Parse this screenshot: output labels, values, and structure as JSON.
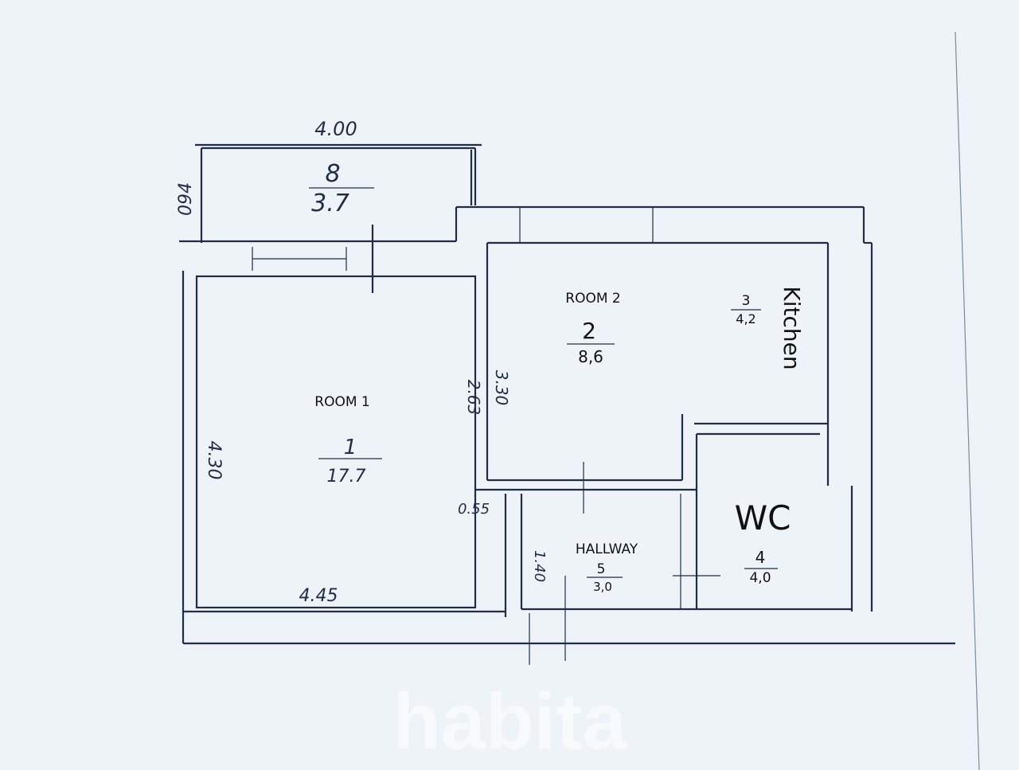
{
  "watermark": "habita",
  "balcony": {
    "number": "8",
    "area": "3.7",
    "width_dim": "4.00",
    "depth_dim": "094"
  },
  "room1": {
    "label": "ROOM 1",
    "number": "1",
    "area": "17.7",
    "height_dim": "4.30",
    "width_dim": "4.45"
  },
  "room2": {
    "label": "ROOM 2",
    "number": "2",
    "area": "8,6",
    "dim_a": "2.63",
    "dim_b": "3.30"
  },
  "kitchen": {
    "label": "Kitchen",
    "number": "3",
    "area": "4,2"
  },
  "wc": {
    "label": "WC",
    "number": "4",
    "area": "4,0"
  },
  "hallway": {
    "label": "HALLWAY",
    "number": "5",
    "area": "3,0",
    "dim_a": "0.55",
    "dim_b": "1.40"
  }
}
